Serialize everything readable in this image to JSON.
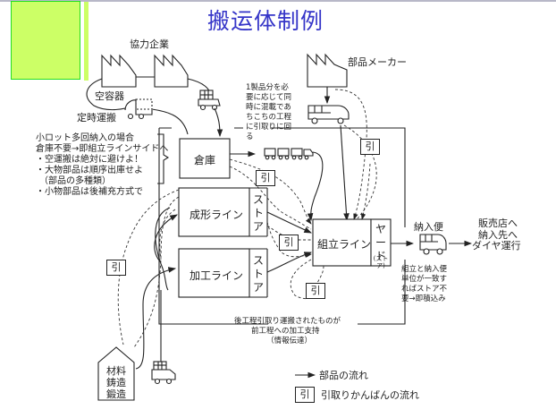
{
  "title": "搬运体制例",
  "nodes": {
    "partner_companies": "協力企業",
    "parts_maker": "部品メーカー",
    "warehouse": "倉庫",
    "molding_line": "成形ライン",
    "processing_line": "加工ライン",
    "assembly_line": "組立ライン",
    "store": "ストア",
    "yard": "ヤード",
    "yard_sub": "(ストア)",
    "materials": [
      "材料",
      "鋳造",
      "鍛造"
    ],
    "delivery_truck": "納入便"
  },
  "labels": {
    "empty_containers": "空容器",
    "scheduled_transport": "定時運搬",
    "small_lot_note": [
      "小ロット多回納入の場合",
      "倉庫不要→即組立ラインサイドへ",
      "・空運搬は絶対に避けよ！",
      "・大物部品は順序出庫せよ",
      "（部品の多種類）",
      "・小物部品は後補充方式で"
    ],
    "one_product_note": [
      "1製品分を必",
      "要に応じて同",
      "時に混載であ",
      "ちこちの工程",
      "に引取りに回",
      "る"
    ],
    "destination": [
      "販売店へ",
      "納入先へ"
    ],
    "diamond_operation": "ダイヤ運行",
    "assembly_delivery_note": [
      "組立と納入便",
      "単位が一致す",
      "ればストア不",
      "要→即積込み"
    ],
    "pull_info_note": [
      "後工程引取り運搬されたものが",
      "前工程への加工支持",
      "（情報伝達）"
    ],
    "kanban": "引"
  },
  "legend": {
    "parts_flow": "部品の流れ",
    "kanban_symbol": "引",
    "kanban_flow": "引取りかんばんの流れ"
  },
  "colors": {
    "title": "#3535c8",
    "green_block": "#ccff66",
    "green_border": "#22dd22",
    "line": "#222222"
  }
}
